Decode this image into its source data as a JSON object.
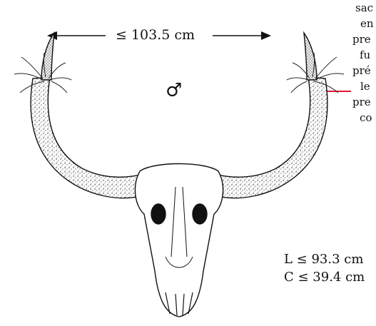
{
  "diagram": {
    "span_label": "≤ 103.5 cm",
    "sex_symbol": "♂",
    "length_label": "L ≤ 93.3 cm",
    "circumference_label": "C ≤ 39.4 cm",
    "side_text_fragments": [
      "sac",
      "en",
      "pre",
      "fu",
      "pré",
      "le",
      "pre",
      "co"
    ],
    "colors": {
      "ink": "#111111",
      "pointer_arrow": "#e8173a"
    },
    "icons": [
      "skull-illustration",
      "sex-symbol-male-icon",
      "span-arrow-icon",
      "pointer-arrow-icon"
    ]
  }
}
